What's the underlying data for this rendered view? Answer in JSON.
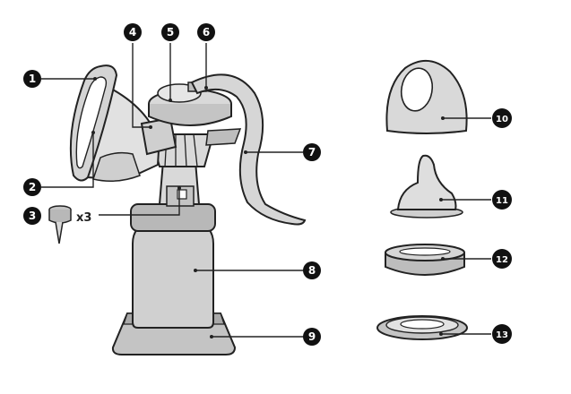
{
  "colors": {
    "stroke": "#222222",
    "fill_light": "#d9d9d9",
    "fill_mid": "#c4c4c4",
    "fill_dark": "#a9a9a9",
    "badge": "#111111",
    "background": "#ffffff"
  },
  "callouts": [
    {
      "id": "1",
      "label": "1"
    },
    {
      "id": "2",
      "label": "2"
    },
    {
      "id": "3",
      "label": "3"
    },
    {
      "id": "4",
      "label": "4"
    },
    {
      "id": "5",
      "label": "5"
    },
    {
      "id": "6",
      "label": "6"
    },
    {
      "id": "7",
      "label": "7"
    },
    {
      "id": "8",
      "label": "8"
    },
    {
      "id": "9",
      "label": "9"
    },
    {
      "id": "10",
      "label": "10"
    },
    {
      "id": "11",
      "label": "11"
    },
    {
      "id": "12",
      "label": "12"
    },
    {
      "id": "13",
      "label": "13"
    }
  ],
  "valve_quantity": "x3"
}
